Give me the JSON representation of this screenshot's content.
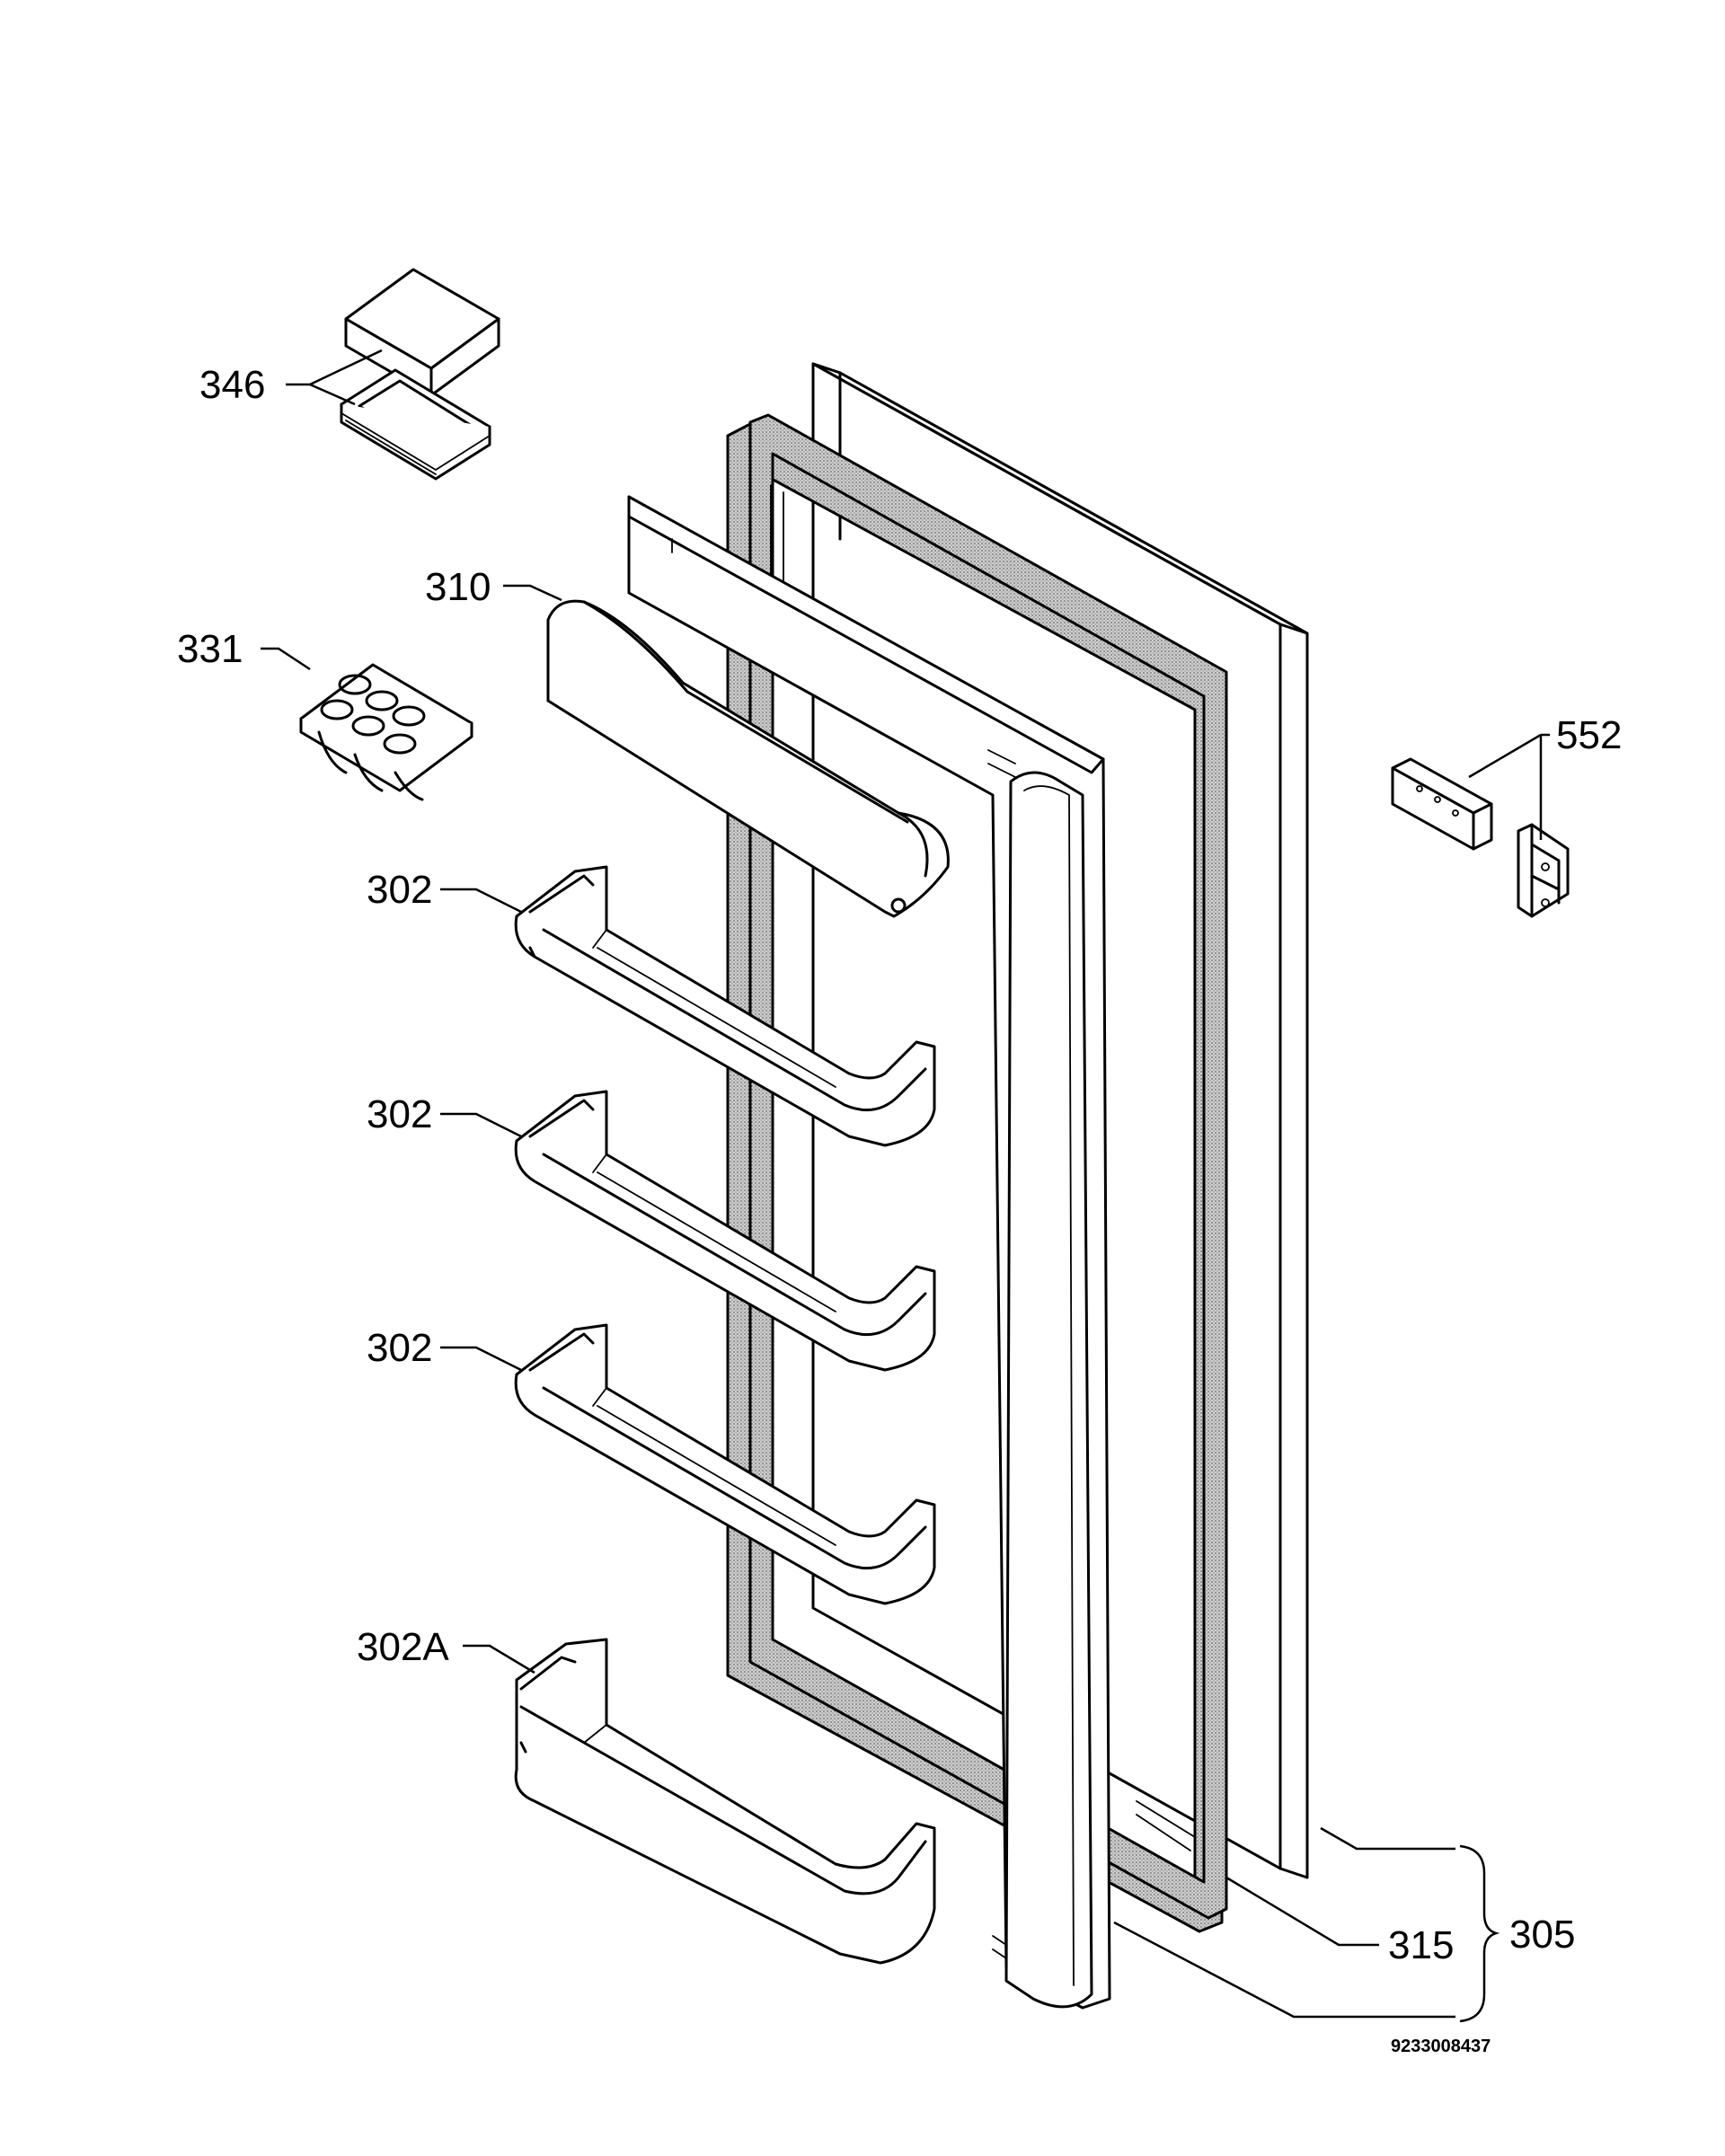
{
  "labels": {
    "cover_346": "346",
    "egg_tray_331": "331",
    "butter_compartment_310": "310",
    "door_shelf_1": "302",
    "door_shelf_2": "302",
    "door_shelf_3": "302",
    "bottle_shelf_302a": "302A",
    "hinge_552": "552",
    "gasket_315": "315",
    "door_assembly_305": "305"
  },
  "document_number": "9233008437"
}
